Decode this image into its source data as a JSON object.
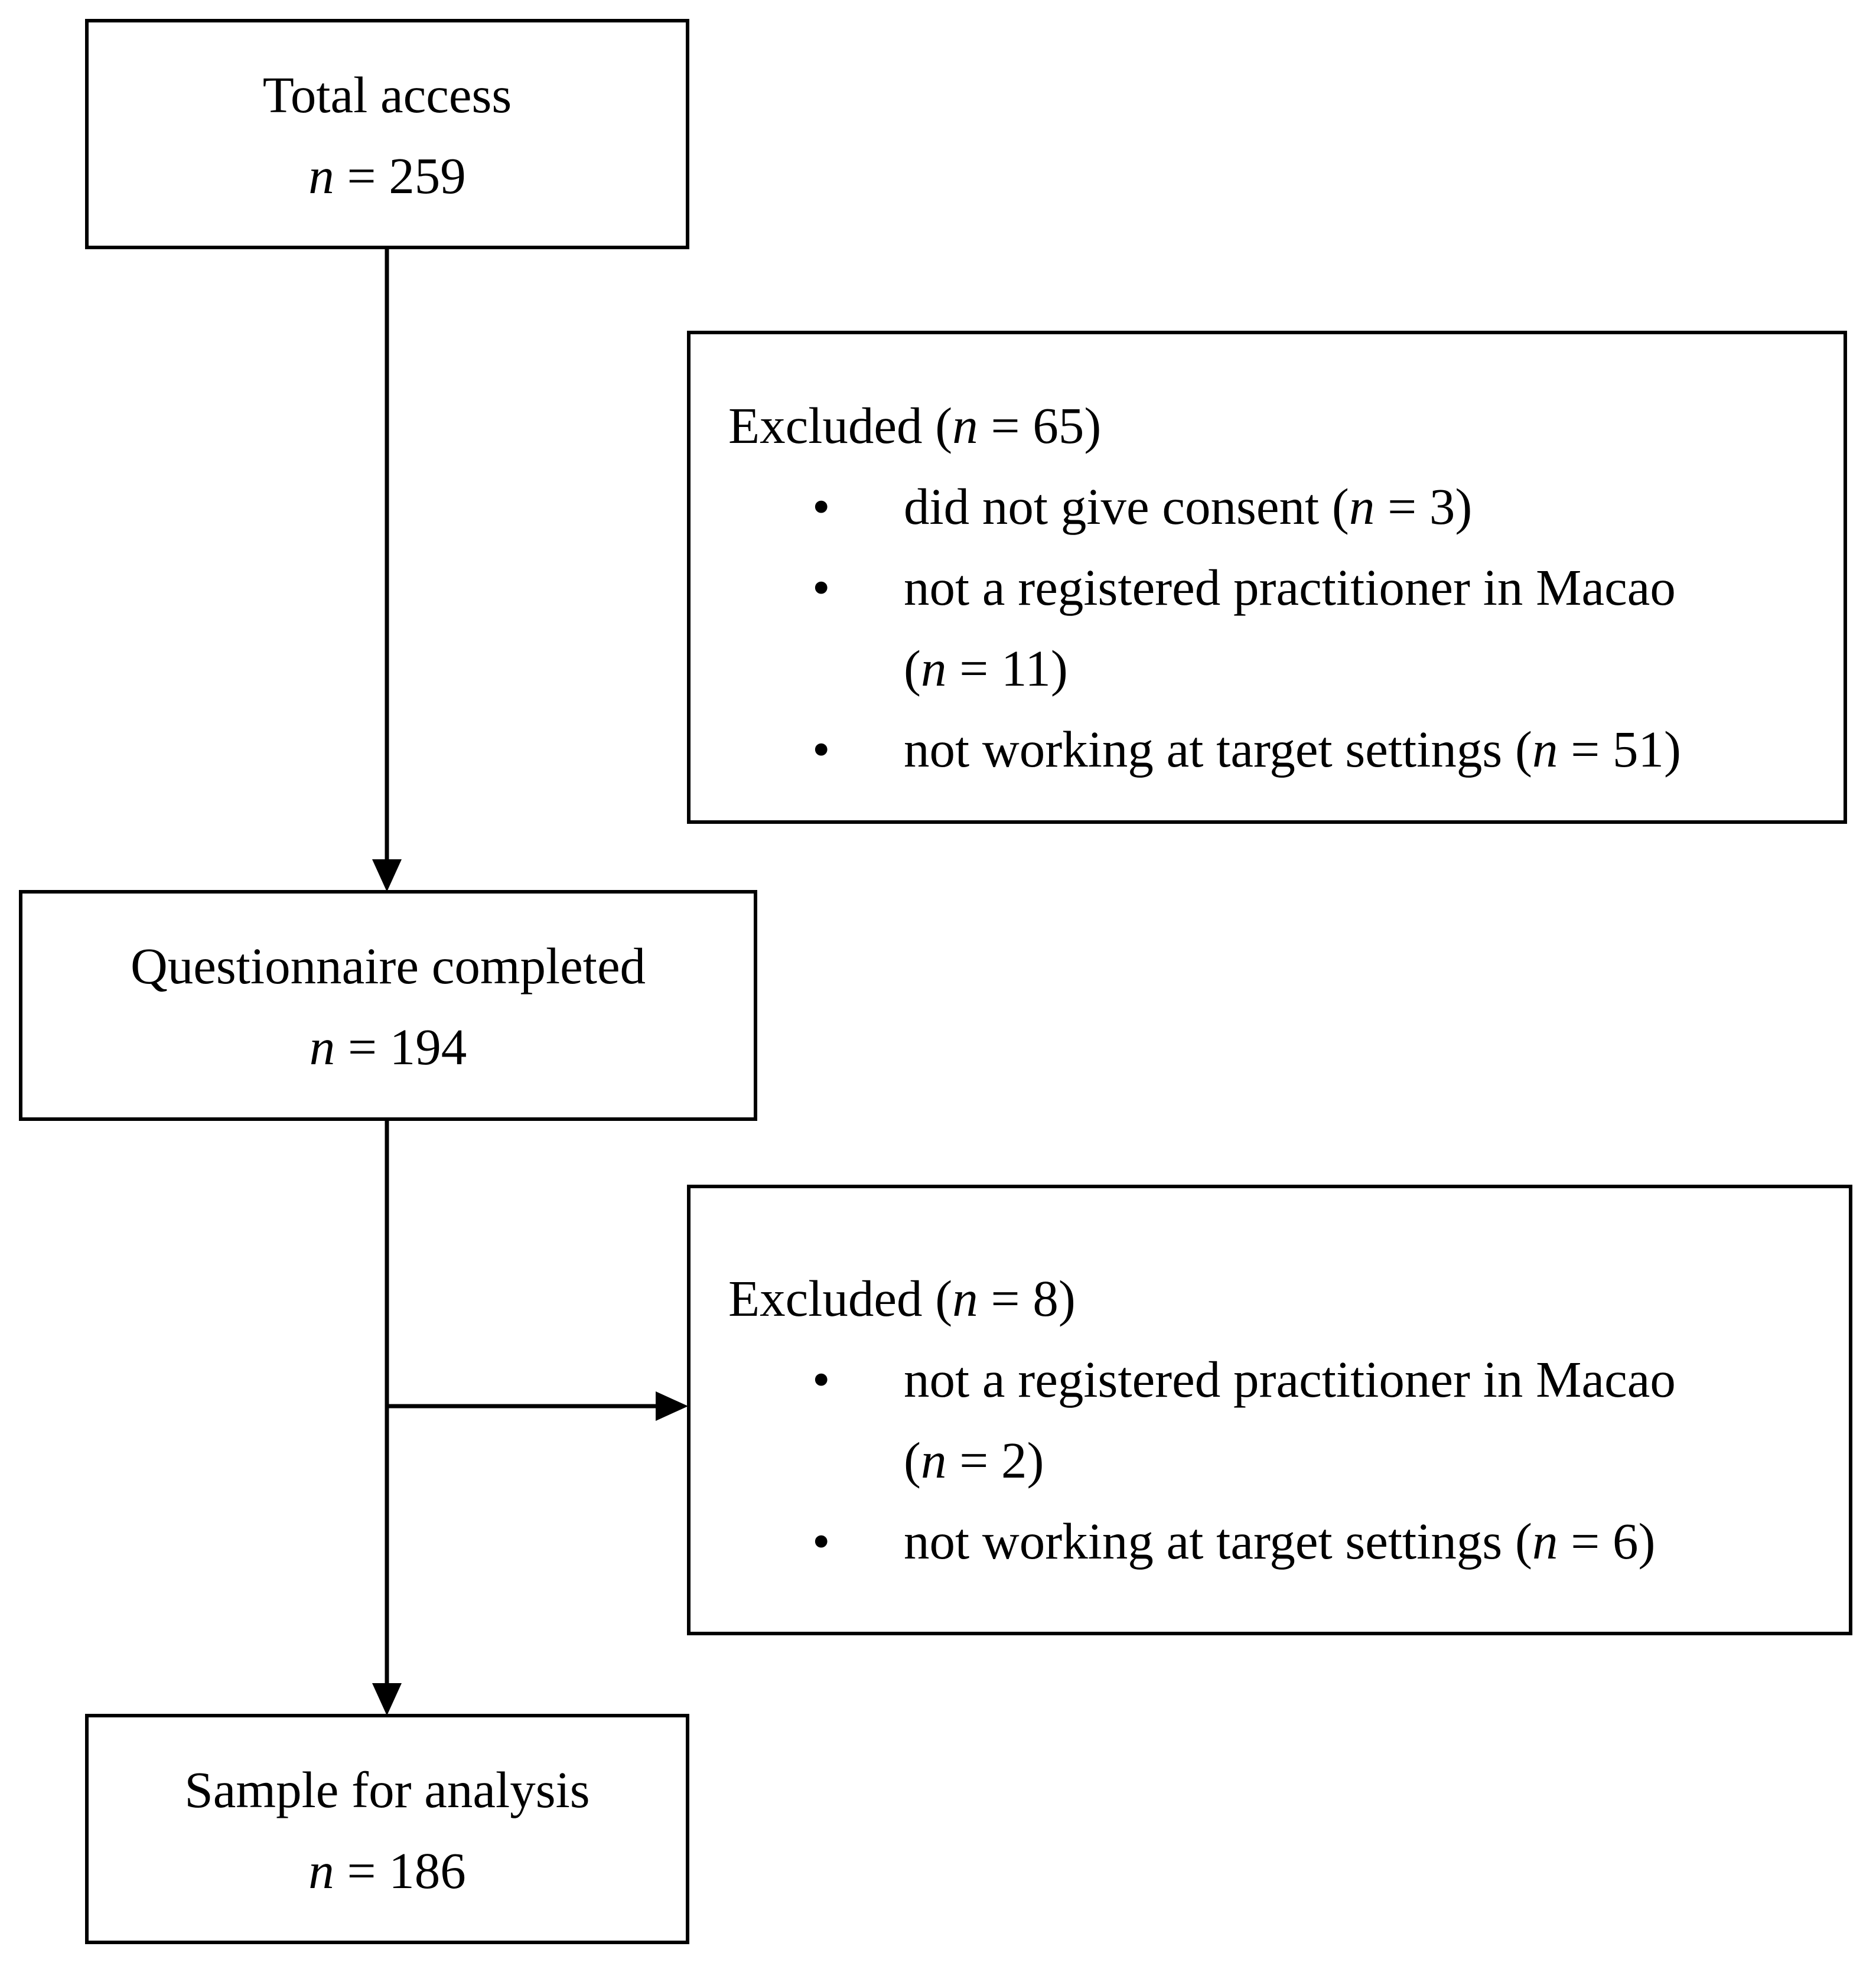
{
  "boxes": {
    "total_access": {
      "title": "Total access",
      "n_var": "n",
      "n_rest": " = 259"
    },
    "questionnaire_completed": {
      "title": "Questionnaire completed",
      "n_var": "n",
      "n_rest": " = 194"
    },
    "sample_for_analysis": {
      "title": "Sample for analysis",
      "n_var": "n",
      "n_rest": " = 186"
    }
  },
  "exclusions": [
    {
      "head_label": "Excluded (",
      "n_var": "n",
      "head_rest": " = 65)",
      "items": [
        {
          "lines": [
            {
              "text": "did not give consent (",
              "n_var": "n",
              "rest": " = 3)"
            }
          ]
        },
        {
          "lines": [
            {
              "text": "not a registered practitioner in Macao",
              "n_var": "",
              "rest": ""
            },
            {
              "text": "(",
              "n_var": "n",
              "rest": " = 11)"
            }
          ]
        },
        {
          "lines": [
            {
              "text": "not working at target settings (",
              "n_var": "n",
              "rest": " = 51)"
            }
          ]
        }
      ]
    },
    {
      "head_label": "Excluded (",
      "n_var": "n",
      "head_rest": " = 8)",
      "items": [
        {
          "lines": [
            {
              "text": "not a registered practitioner in Macao",
              "n_var": "",
              "rest": ""
            },
            {
              "text": "(",
              "n_var": "n",
              "rest": " = 2)"
            }
          ]
        },
        {
          "lines": [
            {
              "text": "not working at target settings (",
              "n_var": "n",
              "rest": " = 6)"
            }
          ]
        }
      ]
    }
  ],
  "bullet_glyph": "•",
  "colors": {
    "stroke": "#000000",
    "background": "#ffffff"
  }
}
